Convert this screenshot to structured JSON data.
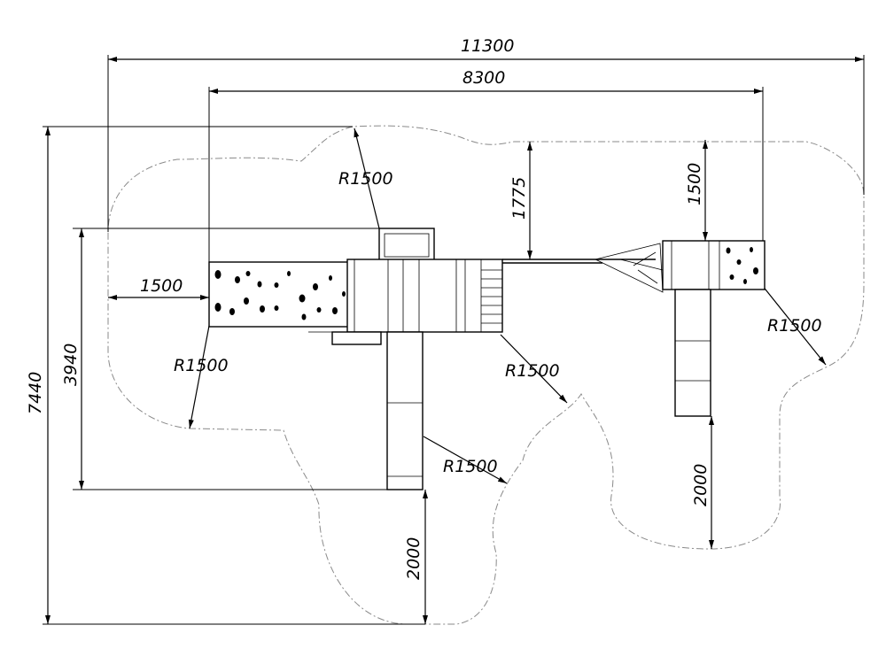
{
  "drawing": {
    "dimensions": {
      "overall_width": "11300",
      "platform_width": "8300",
      "overall_height": "7440",
      "left_height": "3940",
      "left_offset": "1500",
      "top_offset_center": "1775",
      "top_offset_right": "1500",
      "slide_clearance_left": "2000",
      "slide_clearance_right": "2000"
    },
    "radii": {
      "top": "R1500",
      "left": "R1500",
      "center": "R1500",
      "lower": "R1500",
      "right": "R1500"
    },
    "colors": {
      "line": "#000000",
      "safety_zone": "#8a8a8a",
      "background": "#ffffff"
    }
  }
}
